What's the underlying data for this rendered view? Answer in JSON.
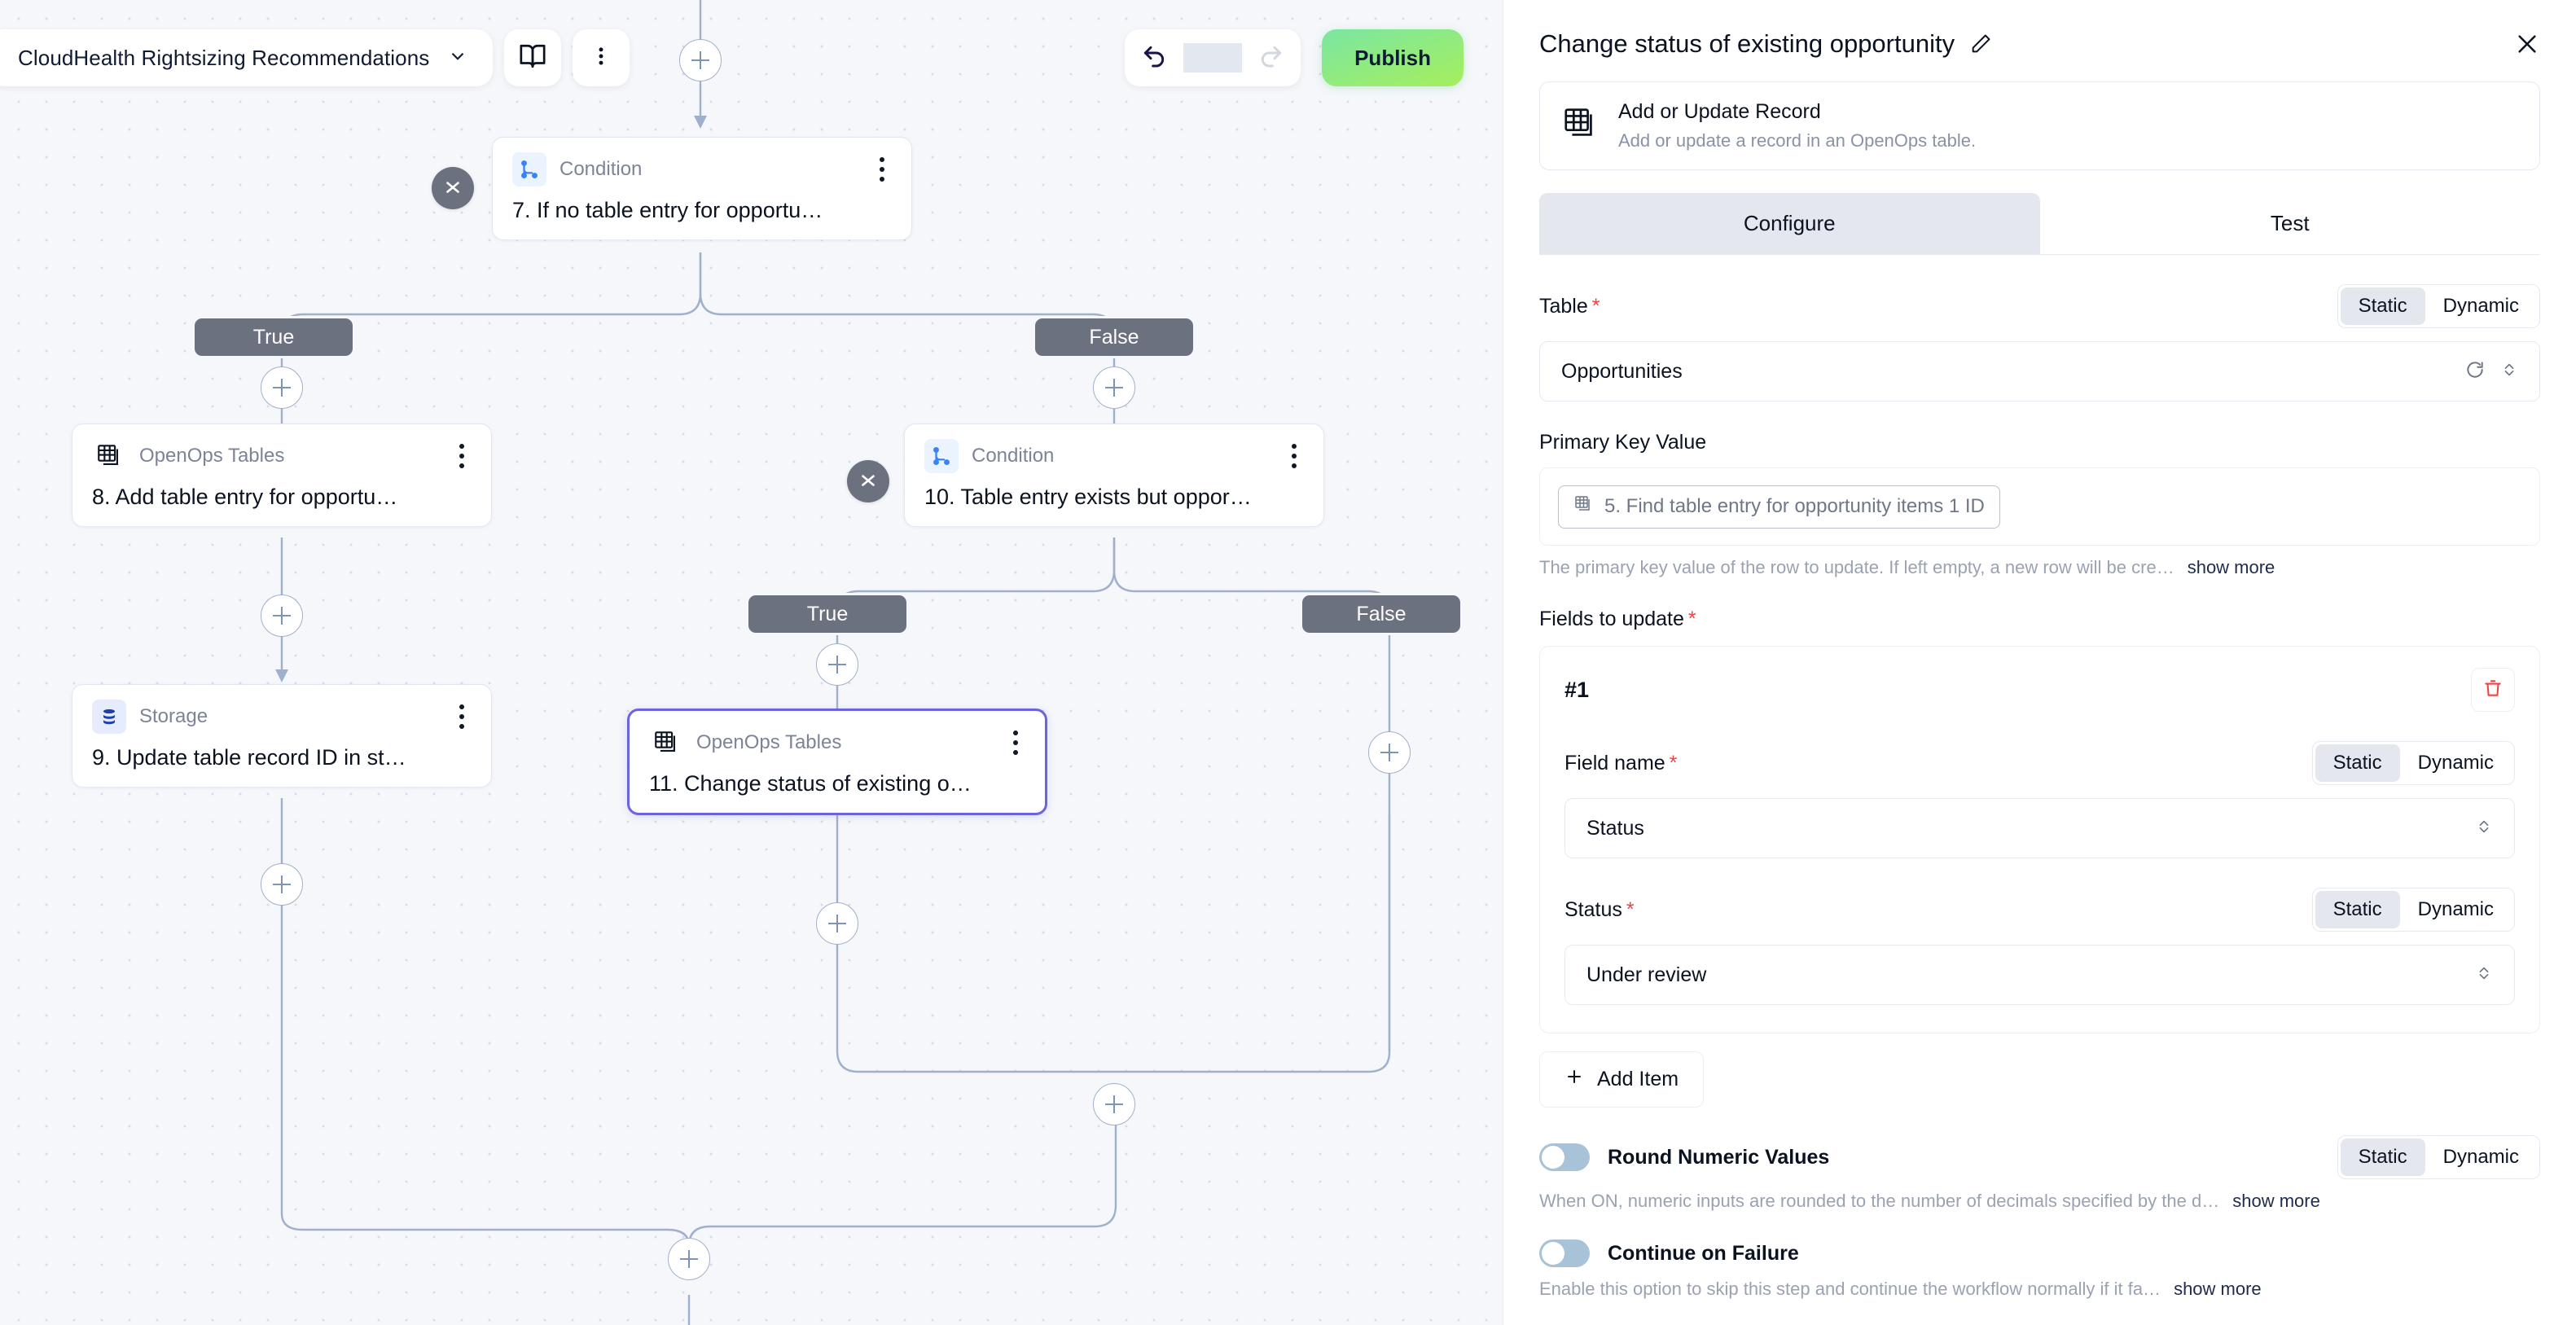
{
  "toolbar": {
    "workflow_name": "CloudHealth Rightsizing Recommendations",
    "chevron_icon": "chevron-down-icon",
    "docs_icon": "book-icon",
    "more_icon": "three-dots-vertical-icon",
    "undo_icon": "undo-arrow-icon",
    "redo_icon": "redo-arrow-icon",
    "publish_label": "Publish"
  },
  "canvas": {
    "nodes": [
      {
        "kind": "Condition",
        "title": "7. If no table entry for opportu…",
        "icon": "condition-branch-icon",
        "selected": false
      },
      {
        "kind": "OpenOps Tables",
        "title": "8. Add table entry for opportu…",
        "icon": "tables-stack-icon",
        "selected": false
      },
      {
        "kind": "Storage",
        "title": "9. Update table record ID in st…",
        "icon": "database-icon",
        "selected": false
      },
      {
        "kind": "Condition",
        "title": "10. Table entry exists but oppor…",
        "icon": "condition-branch-icon",
        "selected": false
      },
      {
        "kind": "OpenOps Tables",
        "title": "11. Change status of existing o…",
        "icon": "tables-stack-icon",
        "selected": true
      }
    ],
    "branch_labels": [
      "True",
      "False",
      "True",
      "False"
    ],
    "add_step_icon": "plus-icon",
    "collapse_icon": "collapse-chevrons-icon"
  },
  "panel": {
    "title": "Change status of existing opportunity",
    "edit_icon": "pencil-icon",
    "close_icon": "close-x-icon",
    "piece": {
      "icon": "tables-stack-icon",
      "name": "Add or Update Record",
      "description": "Add or update a record in an OpenOps table."
    },
    "tabs": [
      {
        "label": "Configure",
        "active": true
      },
      {
        "label": "Test",
        "active": false
      }
    ],
    "segmented": {
      "static": "Static",
      "dynamic": "Dynamic"
    },
    "table_field": {
      "label": "Table",
      "required": "*",
      "value": "Opportunities",
      "refresh_icon": "refresh-icon",
      "chevrons_icon": "chevron-up-down-icon",
      "mode": "Static"
    },
    "primary_key_field": {
      "label": "Primary Key Value",
      "chip_icon": "tables-stack-icon",
      "chip_text": "5. Find table entry for opportunity items 1 ID",
      "helper": "The primary key value of the row to update. If left empty, a new row will be cre…",
      "show_more": "show more"
    },
    "fields_to_update": {
      "label": "Fields to update",
      "required": "*",
      "items": [
        {
          "index_label": "#1",
          "delete_icon": "trash-icon",
          "field_name": {
            "label": "Field name",
            "required": "*",
            "mode": "Static",
            "value": "Status",
            "chevrons_icon": "chevron-up-down-icon"
          },
          "status": {
            "label": "Status",
            "required": "*",
            "mode": "Static",
            "value": "Under review",
            "chevrons_icon": "chevron-up-down-icon"
          }
        }
      ],
      "add_item_label": "Add Item",
      "add_item_icon": "plus-icon"
    },
    "round_numeric": {
      "label": "Round Numeric Values",
      "enabled": false,
      "mode": "Static",
      "helper": "When ON, numeric inputs are rounded to the number of decimals specified by the d…",
      "show_more": "show more"
    },
    "continue_on_failure": {
      "label": "Continue on Failure",
      "enabled": false,
      "helper": "Enable this option to skip this step and continue the workflow normally if it fa…",
      "show_more": "show more"
    }
  },
  "colors": {
    "accent": "#6c63e0",
    "publish_from": "#7ae6a3",
    "publish_to": "#a6ef5c",
    "canvas_bg": "#f5f7fa",
    "branch_chip": "#6c7180",
    "required_star": "#ef4444",
    "danger": "#ef4444"
  }
}
